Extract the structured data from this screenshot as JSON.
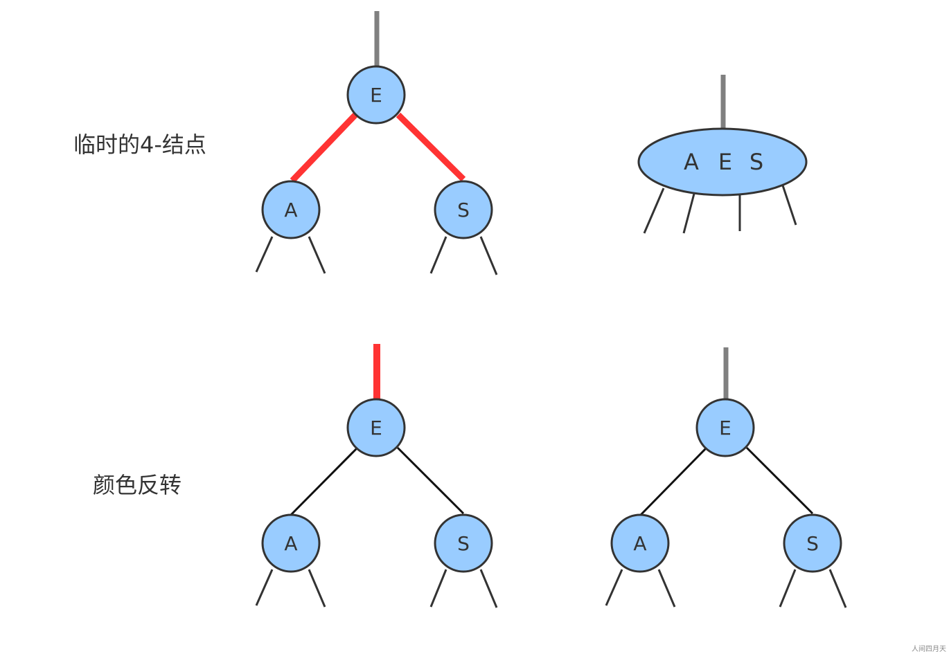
{
  "labels": {
    "temp_4_node": "临时的4-结点",
    "color_flip": "颜色反转"
  },
  "watermark": "人间四月天",
  "colors": {
    "node_fill": "#99ccff",
    "node_stroke": "#333333",
    "red_link": "#ff3333",
    "gray_link": "#808080",
    "black_link": "#111111"
  },
  "tree_top_left": {
    "root": "E",
    "left": "A",
    "right": "S",
    "parent_link": "gray",
    "child_links": "red"
  },
  "tree_top_right": {
    "node_keys": [
      "A",
      "E",
      "S"
    ],
    "parent_link": "gray"
  },
  "tree_bottom_left": {
    "root": "E",
    "left": "A",
    "right": "S",
    "parent_link": "red",
    "child_links": "black"
  },
  "tree_bottom_right": {
    "root": "E",
    "left": "A",
    "right": "S",
    "parent_link": "gray",
    "child_links": "black"
  }
}
